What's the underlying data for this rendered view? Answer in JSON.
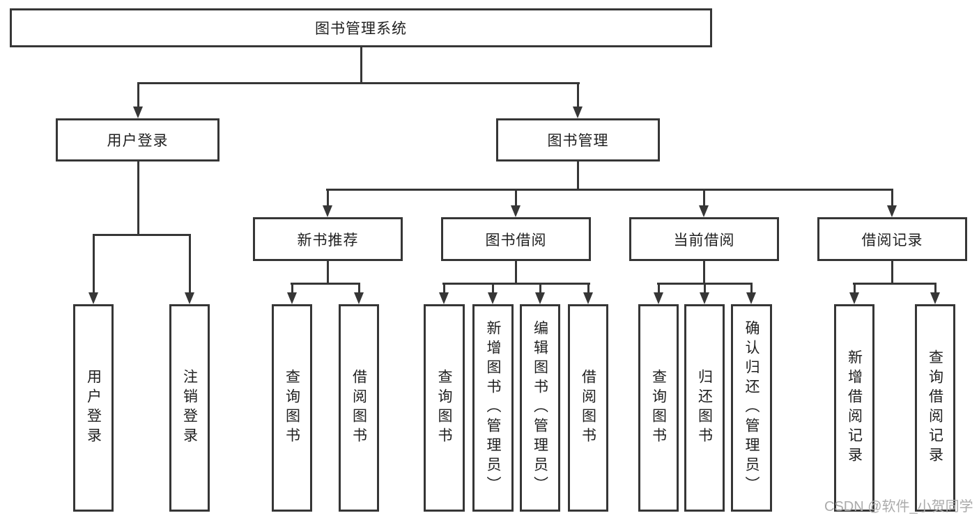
{
  "diagram": {
    "root": {
      "label": "图书管理系统"
    },
    "branches": [
      {
        "label": "用户登录",
        "children": [
          {
            "label": "用户登录"
          },
          {
            "label": "注销登录"
          }
        ]
      },
      {
        "label": "图书管理",
        "children": [
          {
            "label": "新书推荐",
            "children": [
              {
                "label": "查询图书"
              },
              {
                "label": "借阅图书"
              }
            ]
          },
          {
            "label": "图书借阅",
            "children": [
              {
                "label": "查询图书"
              },
              {
                "label": "新增图书（管理员）"
              },
              {
                "label": "编辑图书（管理员）"
              },
              {
                "label": "借阅图书"
              }
            ]
          },
          {
            "label": "当前借阅",
            "children": [
              {
                "label": "查询图书"
              },
              {
                "label": "归还图书"
              },
              {
                "label": "确认归还（管理员）"
              }
            ]
          },
          {
            "label": "借阅记录",
            "children": [
              {
                "label": "新增借阅记录"
              },
              {
                "label": "查询借阅记录"
              }
            ]
          }
        ]
      }
    ]
  },
  "watermark": {
    "text": "CSDN @软件_小贺同学"
  },
  "colors": {
    "line": "#363636",
    "text": "#1f1f1f",
    "watermark": "#ababab",
    "background": "#ffffff"
  }
}
